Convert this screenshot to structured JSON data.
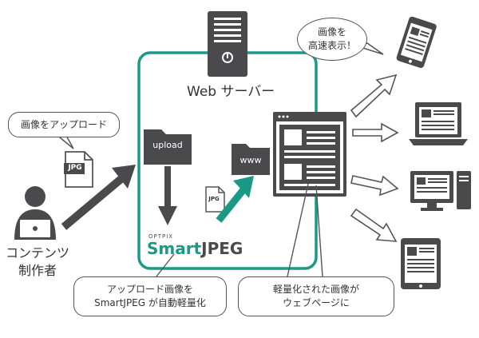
{
  "creator": {
    "label_line1": "コンテンツ",
    "label_line2": "制作者"
  },
  "upload_bubble": {
    "text": "画像をアップロード"
  },
  "server": {
    "label": "Web サーバー"
  },
  "folders": {
    "upload": "upload",
    "www": "www"
  },
  "file_icon": {
    "label": "JPG"
  },
  "product": {
    "brand": "OPTPIX",
    "name_smart": "Smart",
    "name_jpeg": "JPEG"
  },
  "callout_left": {
    "line1": "アップロード画像を",
    "line2": "SmartJPEG が自動軽量化"
  },
  "callout_right": {
    "line1": "軽量化された画像が",
    "line2": "ウェブページに"
  },
  "speed_bubble": {
    "line1": "画像を",
    "line2": "高速表示！"
  },
  "colors": {
    "accent": "#1a9a85",
    "dark": "#4a4a4c",
    "frame": "#1a9a85"
  }
}
